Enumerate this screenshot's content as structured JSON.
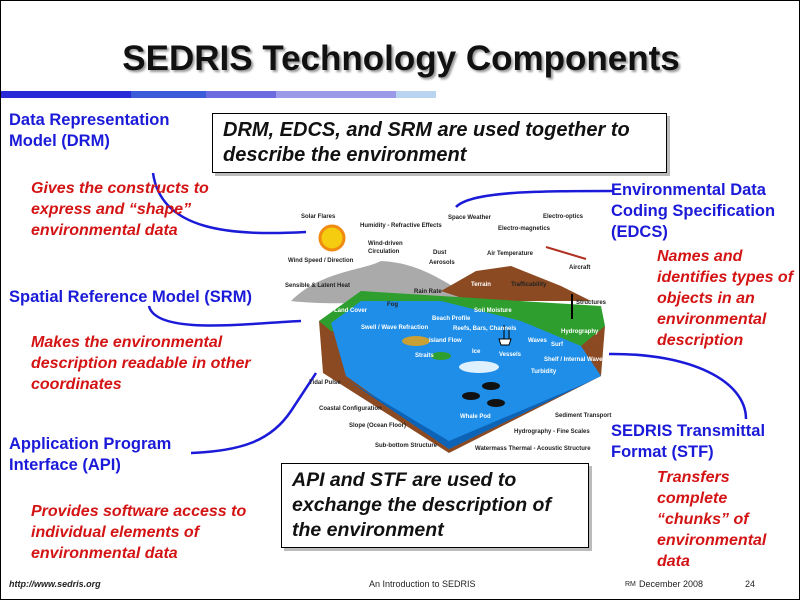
{
  "title": "SEDRIS Technology Components",
  "drm": {
    "heading": "Data  Representation Model (DRM)",
    "desc": "Gives the constructs to express and “shape” environmental data"
  },
  "srm": {
    "heading": "Spatial Reference Model (SRM)",
    "desc": "Makes the environmental description readable in other coordinates"
  },
  "api": {
    "heading": "Application Program Interface (API)",
    "desc": "Provides software access to individual elements of environmental data"
  },
  "edcs": {
    "heading": "Environmental Data Coding Specification (EDCS)",
    "desc": "Names and identifies types of objects in an environmental description"
  },
  "stf": {
    "heading": "SEDRIS Transmittal Format (STF)",
    "desc": "Transfers complete “chunks” of environmental data"
  },
  "callout_top": "DRM, EDCS, and SRM are used together to describe the environment",
  "callout_bottom": "API and STF are used to exchange the description of the environment",
  "diagram": {
    "labels": [
      "Solar Flares",
      "Humidity - Refractive Effects",
      "Space Weather",
      "Electro-optics",
      "Electro-magnetics",
      "Wind-driven",
      "Circulation",
      "Dust",
      "Aerosols",
      "Air Temperature",
      "Wind Speed / Direction",
      "Aircraft",
      "Sensible & Latent Heat",
      "Terrain",
      "Trafficability",
      "Rain Rate",
      "Structures",
      "Fog",
      "Land Cover",
      "Soil Moisture",
      "Beach Profile",
      "Swell / Wave Refraction",
      "Reefs, Bars, Channels",
      "Hydrography",
      "Island Flow",
      "Waves",
      "Surf",
      "Ice",
      "Vessels",
      "Straits",
      "Shelf / Internal Waves",
      "Turbidity",
      "Tidal Pulse",
      "Coastal Configuration",
      "Whale Pod",
      "Sediment Transport",
      "Slope (Ocean Floor)",
      "Hydrography - Fine Scales",
      "Sub-bottom Structure",
      "Watermass Thermal - Acoustic Structure"
    ]
  },
  "footer": {
    "url": "http://www.sedris.org",
    "center": "An Introduction to SEDRIS",
    "initials": "RM",
    "date": "December 2008",
    "page": "24"
  }
}
